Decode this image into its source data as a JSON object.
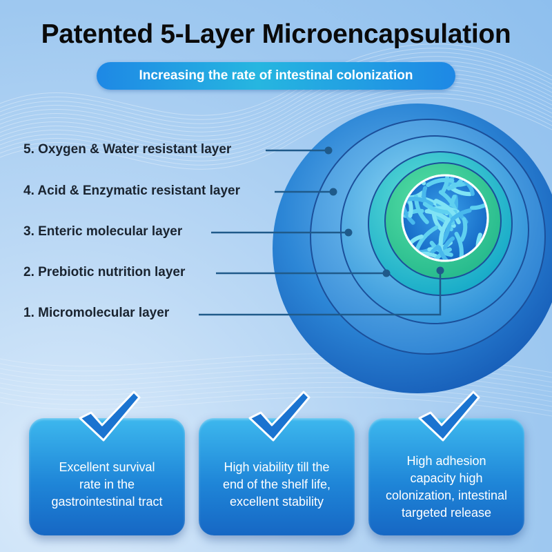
{
  "title": "Patented 5-Layer Microencapsulation",
  "subtitle": "Increasing the rate of intestinal colonization",
  "layers": [
    {
      "label": "5. Oxygen & Water resistant layer"
    },
    {
      "label": "4. Acid & Enzymatic resistant layer"
    },
    {
      "label": "3. Enteric molecular layer"
    },
    {
      "label": "2. Prebiotic nutrition layer"
    },
    {
      "label": "1. Micromolecular layer"
    }
  ],
  "benefits": [
    {
      "text": "Excellent survival\nrate in the\ngastrointestinal tract"
    },
    {
      "text": "High viability till the\nend of the shelf life,\nexcellent stability"
    },
    {
      "text": "High adhesion\ncapacity high\ncolonization, intestinal\ntargeted release"
    }
  ],
  "colors": {
    "accent": "#1e88e5",
    "leader_line": "#1f5a8a",
    "core": "#1a7fd6"
  }
}
